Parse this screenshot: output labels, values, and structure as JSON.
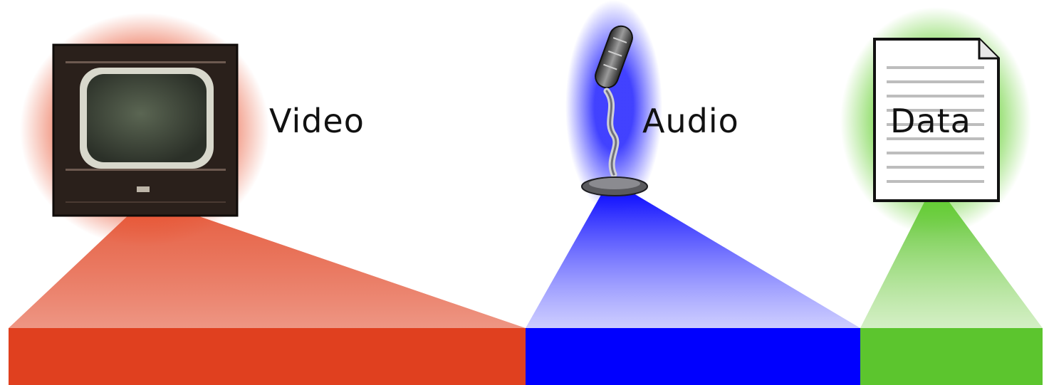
{
  "segments": [
    {
      "id": "video",
      "label": "Video",
      "icon": "television-icon",
      "color": "#e0401f"
    },
    {
      "id": "audio",
      "label": "Audio",
      "icon": "microphone-icon",
      "color": "#0000ff"
    },
    {
      "id": "data",
      "label": "Data",
      "icon": "document-icon",
      "color": "#5cc52e"
    }
  ]
}
